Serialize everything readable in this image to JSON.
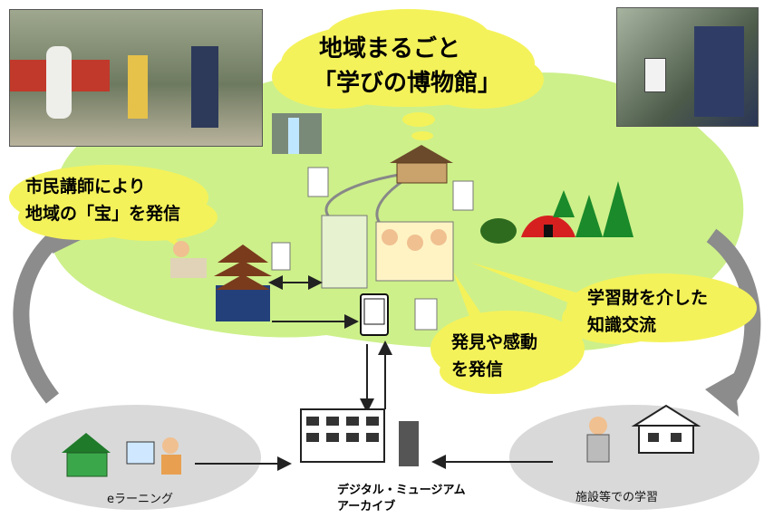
{
  "title": {
    "line1": "地域まるごと",
    "line2": "「学びの博物館」"
  },
  "callouts": {
    "citizen_lecturer_line1": "市民講師により",
    "citizen_lecturer_line2": "地域の「宝」を発信",
    "knowledge_exchange_line1": "学習財を介した",
    "knowledge_exchange_line2": "知識交流",
    "discovery_line1": "発見や感動",
    "discovery_line2": "を発信"
  },
  "nodes": {
    "elearning": "eラーニング",
    "archive_line1": "デジタル・ミュージアム",
    "archive_line2": "アーカイブ",
    "facility_learning": "施設等での学習"
  },
  "colors": {
    "region_green": "#cdf08a",
    "cloud_yellow": "#f4f25a",
    "ellipse_grey": "#d9d9d9",
    "arrow_grey": "#8c8c8c"
  },
  "icons": [
    "temple-icon",
    "waterfall-icon",
    "pagoda-icon",
    "tent-icon",
    "tree-icon",
    "plant-icon",
    "pda-icon",
    "mobile-phone-icon",
    "house-icon",
    "building-icon",
    "computer-user-icon",
    "reading-person-icon"
  ]
}
